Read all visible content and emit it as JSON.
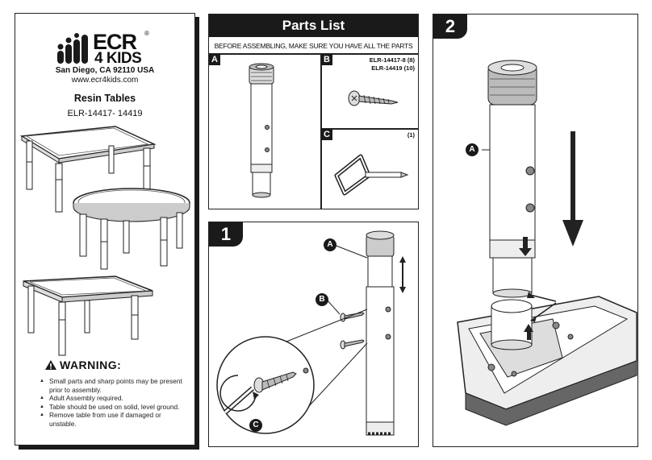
{
  "brand": {
    "logo_line1": "ECR",
    "logo_line2": "4 KIDS",
    "registered": "®",
    "address": "San Diego, CA 92110 USA",
    "website": "www.ecr4kids.com"
  },
  "product": {
    "title": "Resin Tables",
    "models": "ELR-14417- 14419"
  },
  "warning": {
    "heading": "WARNING:",
    "items": [
      "Small parts and sharp points may be present prior to assembly.",
      "Adult Assembly required.",
      "Table should be used on solid, level ground.",
      "Remove table from use if damaged or unstable."
    ]
  },
  "parts_list": {
    "title": "Parts List",
    "subtitle": "BEFORE ASSEMBLING, MAKE SURE YOU HAVE ALL THE PARTS",
    "parts": [
      {
        "label": "A",
        "qty": ""
      },
      {
        "label": "B",
        "qty_line1": "ELR-14417-8 (8)",
        "qty_line2": "ELR-14419  (10)"
      },
      {
        "label": "C",
        "qty": "(1)"
      }
    ]
  },
  "step1": {
    "number": "1",
    "callout_a": "A",
    "callout_b": "B",
    "callout_c": "C"
  },
  "step2": {
    "number": "2",
    "callout_a": "A"
  }
}
